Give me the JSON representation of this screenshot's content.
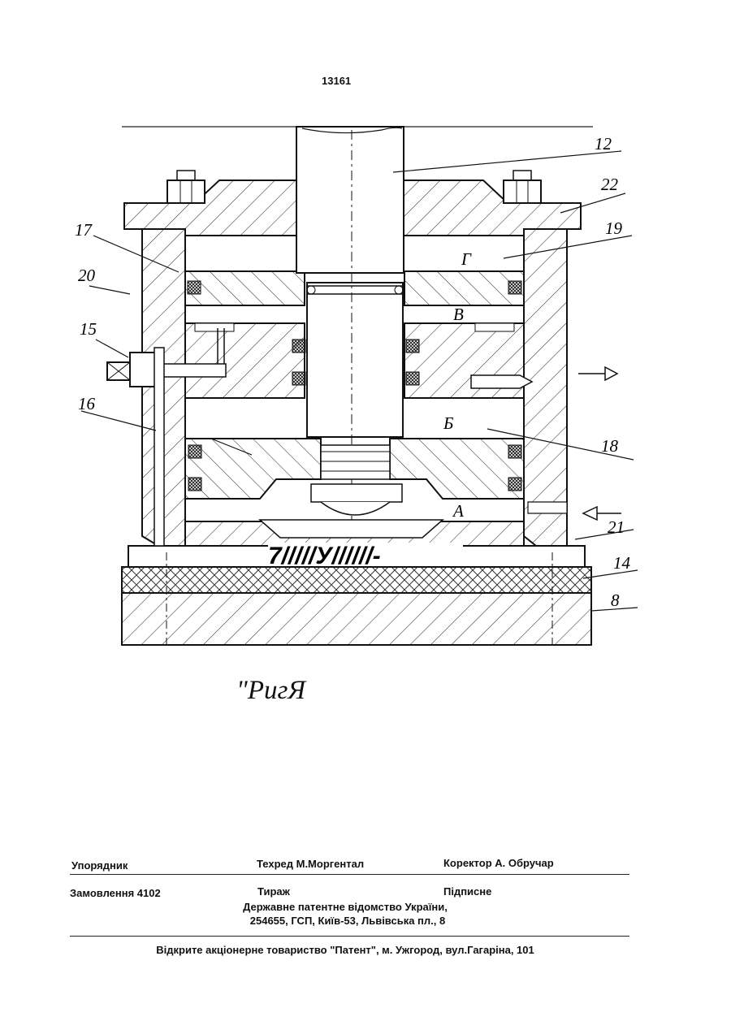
{
  "page_number": "13161",
  "figure": {
    "caption": "\"РигЯ",
    "callouts": [
      "12",
      "22",
      "17",
      "19",
      "20",
      "15",
      "16",
      "18",
      "21",
      "14",
      "8"
    ],
    "chamber_labels": [
      "Г",
      "В",
      "Б",
      "А"
    ],
    "base_text": "7/////У//////-"
  },
  "footer": {
    "compiler": "Упорядник",
    "techred": "Техред М.Моргентал",
    "corrector": "Коректор А. Обручар",
    "order": "Замовлення 4102",
    "circulation": "Тираж",
    "subscription": "Підписне",
    "office_line1": "Державне патентне відомство України,",
    "office_line2": "254655, ГСП, Київ-53, Львівська пл., 8",
    "publisher": "Відкрите акціонерне товариство \"Патент\", м. Ужгород, вул.Гагаріна, 101"
  }
}
